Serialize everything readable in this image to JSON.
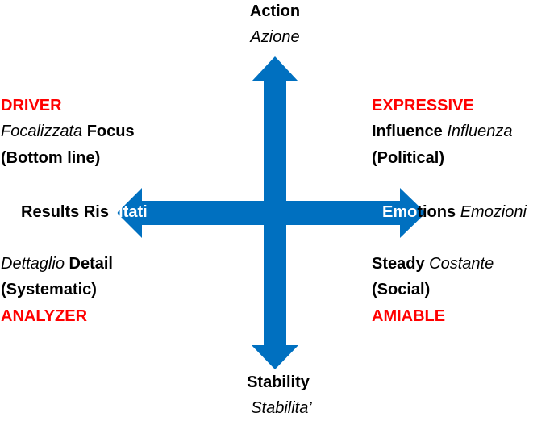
{
  "colors": {
    "arrow": "#0070c0",
    "style_name": "#ff0000",
    "text": "#000000"
  },
  "axes": {
    "top": {
      "en": "Action",
      "it": "Azione"
    },
    "bottom": {
      "en": "Stability",
      "it": "Stabilita’"
    },
    "left": {
      "en": "Results",
      "it_part1": "Ris",
      "it_part2": "ultati"
    },
    "right": {
      "en_part1": "Emo",
      "en_part2": "tions",
      "it": "Emozioni"
    }
  },
  "quadrants": {
    "driver": {
      "name": "DRIVER",
      "line1_it": "Focalizzata",
      "line1_en": "Focus",
      "line2": "(Bottom line)"
    },
    "expressive": {
      "name": "EXPRESSIVE",
      "line1_en": "Influence",
      "line1_it": "Influenza",
      "line2": "(Political)"
    },
    "analyzer": {
      "name": "ANALYZER",
      "line1_it": "Dettaglio",
      "line1_en": "Detail",
      "line2": "(Systematic)"
    },
    "amiable": {
      "name": "AMIABLE",
      "line1_en": "Steady",
      "line1_it": "Costante",
      "line2": "(Social)"
    }
  }
}
